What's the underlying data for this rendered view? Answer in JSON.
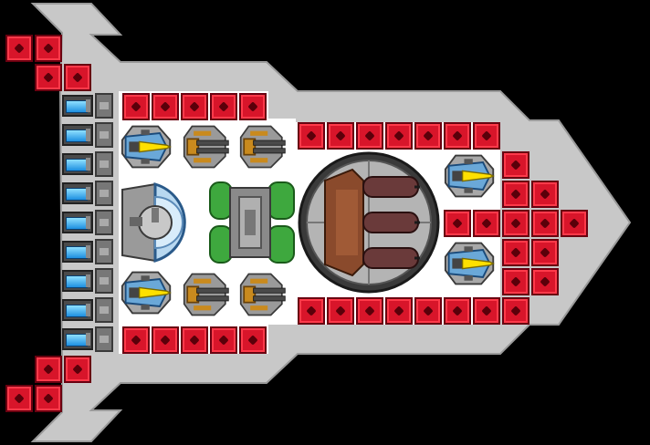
{
  "scene": {
    "kind": "ship-blueprint",
    "colors": {
      "background": "#000000",
      "hull": "#c8c8c8",
      "deck": "#ffffff",
      "armor": "#d8152a",
      "thruster_glow": "#3aa8f0",
      "reactor": "#3ea83e",
      "laser_core": "#ffe000",
      "gatling_frame": "#c98a1e",
      "cannon_body": "#8a4a2c"
    },
    "parts": {
      "armor_blocks": "armor-block",
      "thrusters": "thruster-blue",
      "lasers": "laser-turret",
      "gatlings": "gatling-gun",
      "reactor": "green-reactor",
      "shield": "shield-generator",
      "cannon": "triple-cannon-turret"
    }
  }
}
